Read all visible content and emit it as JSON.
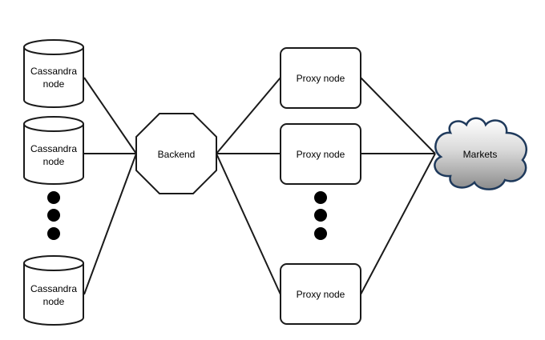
{
  "diagram": {
    "nodes": {
      "cassandra_1": {
        "line1": "Cassandra",
        "line2": "node"
      },
      "cassandra_2": {
        "line1": "Cassandra",
        "line2": "node"
      },
      "cassandra_3": {
        "line1": "Cassandra",
        "line2": "node"
      },
      "backend": {
        "label": "Backend"
      },
      "proxy_1": {
        "label": "Proxy node"
      },
      "proxy_2": {
        "label": "Proxy node"
      },
      "proxy_3": {
        "label": "Proxy node"
      },
      "markets": {
        "label": "Markets"
      }
    },
    "edges": [
      {
        "from": "Cassandra node",
        "to": "Backend"
      },
      {
        "from": "Cassandra node",
        "to": "Backend"
      },
      {
        "from": "Cassandra node",
        "to": "Backend"
      },
      {
        "from": "Backend",
        "to": "Proxy node"
      },
      {
        "from": "Backend",
        "to": "Proxy node"
      },
      {
        "from": "Backend",
        "to": "Proxy node"
      },
      {
        "from": "Proxy node",
        "to": "Markets"
      },
      {
        "from": "Proxy node",
        "to": "Markets"
      },
      {
        "from": "Proxy node",
        "to": "Markets"
      }
    ],
    "ellipsis_markers": [
      "between-cassandra-nodes",
      "between-proxy-nodes"
    ],
    "colors": {
      "stroke": "#1a1a1a",
      "node_fill": "#ffffff",
      "cloud_stroke": "#1f3a5c",
      "cloud_fill_light": "#ffffff",
      "cloud_fill_dark": "#8c8c8c"
    }
  }
}
